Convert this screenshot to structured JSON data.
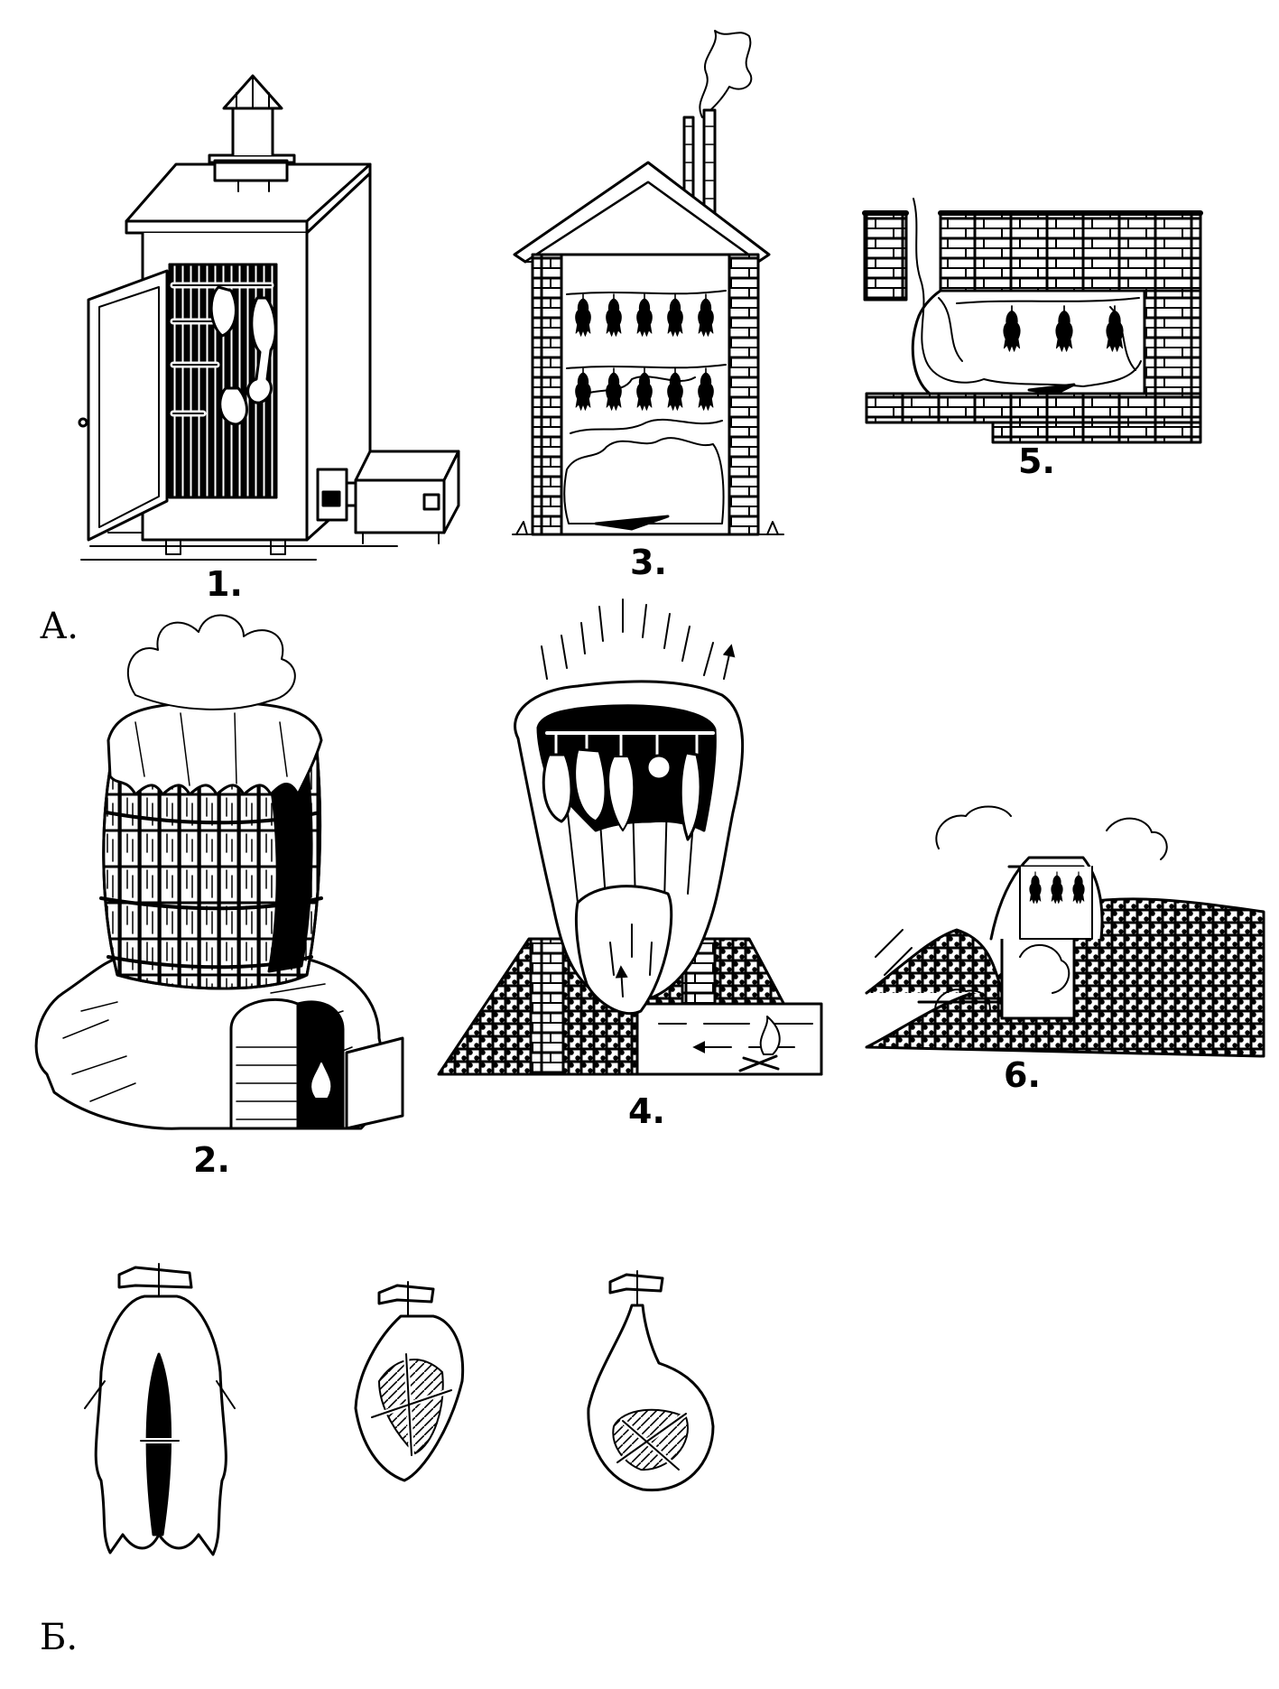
{
  "sections": {
    "a": "А.",
    "b": "Б."
  },
  "figures": [
    {
      "number": "1.",
      "icon": "cabinet-smokehouse"
    },
    {
      "number": "2.",
      "icon": "barrel-smokehouse"
    },
    {
      "number": "3.",
      "icon": "brick-smokehouse"
    },
    {
      "number": "4.",
      "icon": "pit-smokehouse"
    },
    {
      "number": "5.",
      "icon": "brick-wall-smoker"
    },
    {
      "number": "6.",
      "icon": "hillside-smoker"
    }
  ],
  "hanging_items": [
    {
      "icon": "split-poultry-carcass"
    },
    {
      "icon": "split-meat-cut"
    },
    {
      "icon": "ham-with-spreaders"
    }
  ],
  "colors": {
    "ink": "#000000",
    "paper": "#ffffff"
  }
}
